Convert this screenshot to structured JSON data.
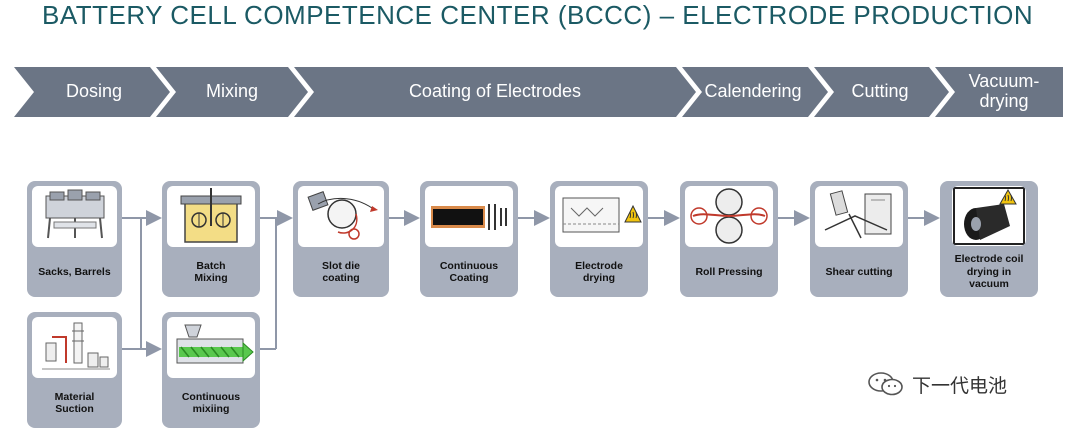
{
  "title": "BATTERY CELL COMPETENCE CENTER (BCCC) – ELECTRODE PRODUCTION",
  "colors": {
    "title": "#1b5a64",
    "chevron": "#6b7585",
    "card": "#a8afbd",
    "arrow": "#8f97a8"
  },
  "steps": [
    {
      "label": "Dosing"
    },
    {
      "label": "Mixing"
    },
    {
      "label": "Coating of Electrodes"
    },
    {
      "label": "Calendering"
    },
    {
      "label": "Cutting"
    },
    {
      "label": "Vacuum-\ndrying"
    }
  ],
  "cards": {
    "sacks": {
      "label": "Sacks, Barrels",
      "icon": "dosing-machine-icon"
    },
    "suction": {
      "label": "Material\nSuction",
      "icon": "material-suction-icon"
    },
    "batch": {
      "label": "Batch\nMixing",
      "icon": "batch-mixer-icon"
    },
    "continuous_mixing": {
      "label": "Continuous\nmixiing",
      "icon": "extruder-icon"
    },
    "slot_die": {
      "label": "Slot die\ncoating",
      "icon": "slot-die-icon"
    },
    "continuous_coating": {
      "label": "Continuous\nCoating",
      "icon": "coated-foil-icon"
    },
    "drying": {
      "label": "Electrode\ndrying",
      "icon": "drying-oven-icon"
    },
    "roll_pressing": {
      "label": "Roll Pressing",
      "icon": "roll-press-icon"
    },
    "shear_cutting": {
      "label": "Shear cutting",
      "icon": "shear-cutter-icon"
    },
    "vacuum": {
      "label": "Electrode coil\ndrying in\nvacuum",
      "icon": "electrode-coil-icon"
    }
  },
  "watermark": {
    "text": "下一代电池",
    "icon": "wechat-icon"
  }
}
